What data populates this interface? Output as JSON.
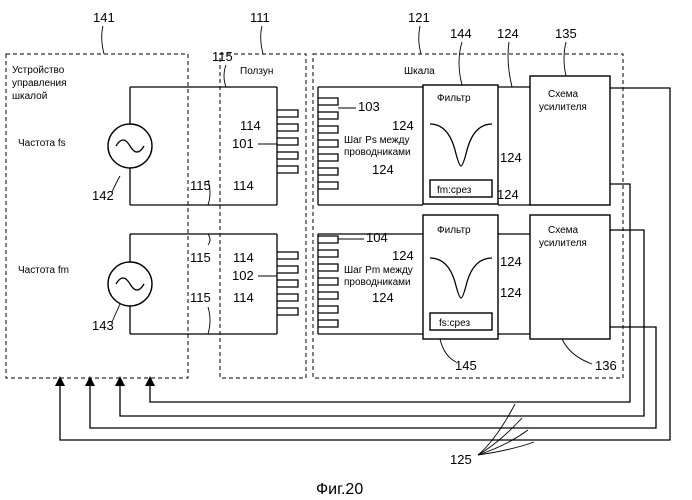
{
  "labels": {
    "controller_ref": "141",
    "controller_title_1": "Устройство",
    "controller_title_2": "управления",
    "controller_title_3": "шкалой",
    "slider_ref": "111",
    "slider_title": "Ползун",
    "scale_ref": "121",
    "scale_title": "Шкала",
    "filter_top_ref": "144",
    "filter_bottom_ref": "145",
    "filter_title": "Фильтр",
    "filter_top_cut": "fm:срез",
    "filter_bottom_cut": "fs:срез",
    "amp_top_ref": "135",
    "amp_bottom_ref": "136",
    "amp_title_1": "Схема",
    "amp_title_2": "усилителя",
    "freq_fs": "Частота fs",
    "freq_fm": "Частота fm",
    "src_top_ref": "142",
    "src_bottom_ref": "143",
    "wire_115": "115",
    "wire_114": "114",
    "wire_124": "124",
    "coil_101": "101",
    "coil_102": "102",
    "coil_103": "103",
    "coil_104": "104",
    "pitch_ps_1": "Шаг Ps между",
    "pitch_ps_2": "проводниками",
    "pitch_pm_1": "Шаг Pm между",
    "pitch_pm_2": "проводниками",
    "signal_ref": "125",
    "caption": "Фиг.20"
  }
}
